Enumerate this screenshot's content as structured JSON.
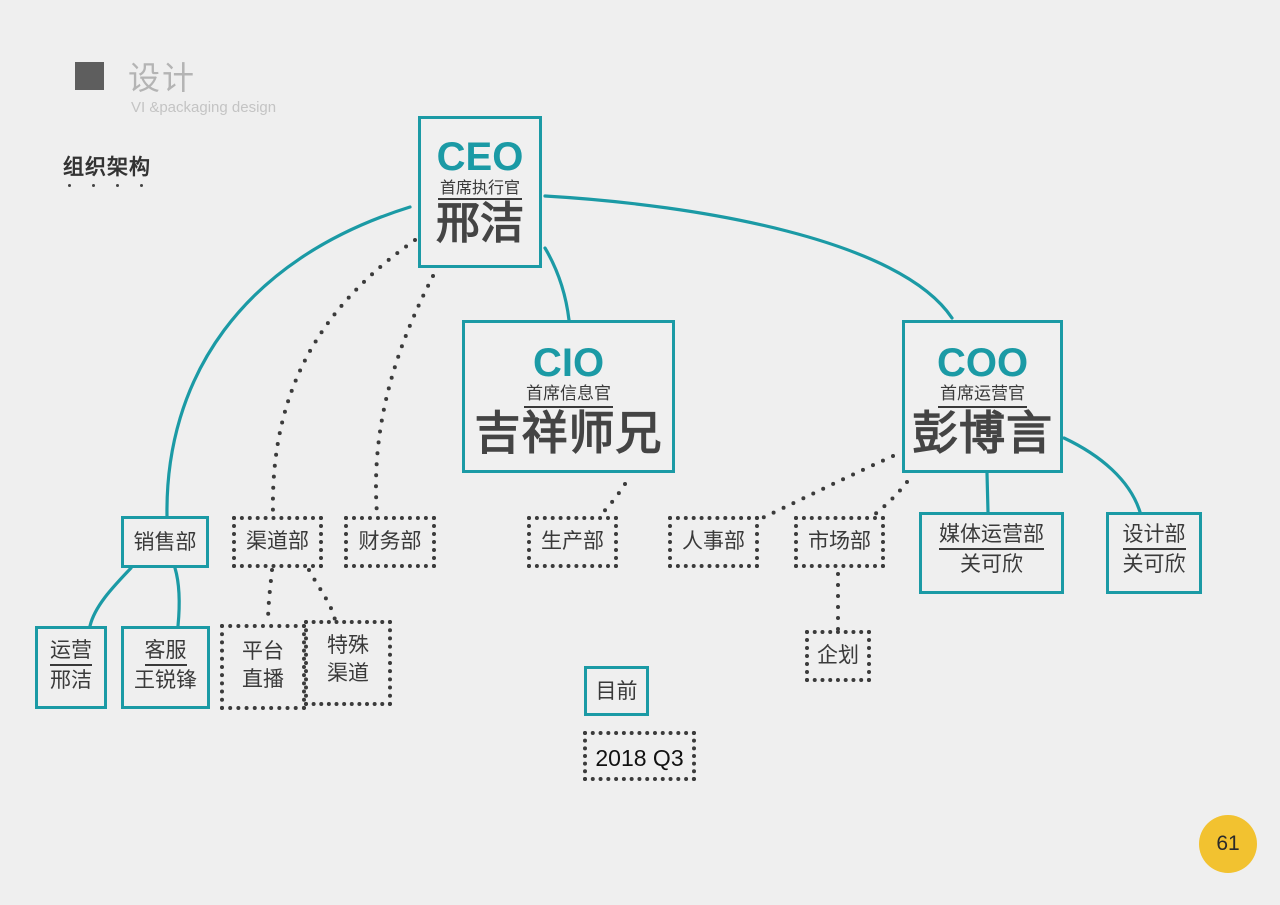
{
  "header": {
    "title": "设计",
    "subtitle": "VI &packaging design",
    "section_title": "组织架构"
  },
  "accent_colors": {
    "solid_line": "#1b9aa5",
    "dotted_line": "#3b3b3b",
    "page_badge": "#f2c230"
  },
  "executives": {
    "ceo": {
      "role": "CEO",
      "title": "首席执行官",
      "name": "邢洁"
    },
    "cio": {
      "role": "CIO",
      "title": "首席信息官",
      "name": "吉祥师兄"
    },
    "coo": {
      "role": "COO",
      "title": "首席运营官",
      "name": "彭博言"
    }
  },
  "departments": {
    "sales": {
      "label": "销售部",
      "style": "solid"
    },
    "channel": {
      "label": "渠道部",
      "style": "dotted"
    },
    "finance": {
      "label": "财务部",
      "style": "dotted"
    },
    "production": {
      "label": "生产部",
      "style": "dotted"
    },
    "hr": {
      "label": "人事部",
      "style": "dotted"
    },
    "marketing": {
      "label": "市场部",
      "style": "dotted"
    },
    "media": {
      "label": "媒体运营部",
      "head": "关可欣",
      "style": "solid"
    },
    "design": {
      "label": "设计部",
      "head": "关可欣",
      "style": "solid"
    }
  },
  "subunits": {
    "operations": {
      "label": "运营",
      "head": "邢洁",
      "parent": "sales",
      "style": "solid"
    },
    "service": {
      "label": "客服",
      "head": "王锐锋",
      "parent": "sales",
      "style": "solid"
    },
    "platform_live": {
      "line1": "平台",
      "line2": "直播",
      "parent": "channel",
      "style": "dotted"
    },
    "special_channel": {
      "line1": "特殊",
      "line2": "渠道",
      "parent": "channel",
      "style": "dotted"
    },
    "planning": {
      "label": "企划",
      "parent": "marketing",
      "style": "dotted"
    }
  },
  "legend": {
    "current_label": "目前",
    "current_date": "2018 Q3"
  },
  "page_number": "61"
}
